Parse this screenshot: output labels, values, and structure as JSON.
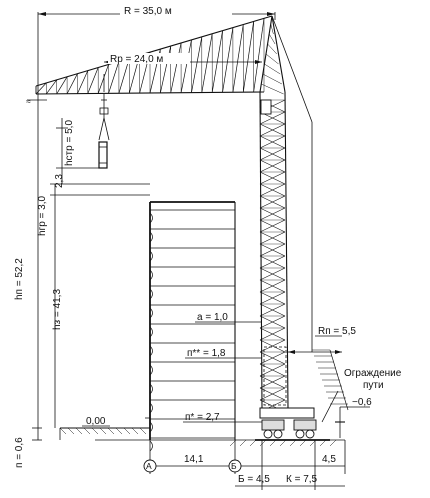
{
  "labels": {
    "radius_max": "R = 35,0 м",
    "radius_work": "Rр = 24,0 м",
    "h_strop": "hстр = 5,0",
    "h_zap": "2,3",
    "h_gr": "hгр = 3,0",
    "h_p": "hп = 52,2",
    "h_z": "hз = 41,3",
    "level_zero": "0,00",
    "n_depth": "п = 0,6",
    "a_clear": "а = 1,0",
    "n_two": "п** = 1,8",
    "n_one": "п* = 2,7",
    "r_tail": "Rп = 5,5",
    "fence_line1": "Ограждение",
    "fence_line2": "пути",
    "fence_depth": "−0,6",
    "width_building": "14,1",
    "axis_a": "А",
    "axis_b": "Б",
    "dist_b": "Б = 4,5",
    "dist_k": "К = 7,5",
    "dist_track": "4,5"
  }
}
